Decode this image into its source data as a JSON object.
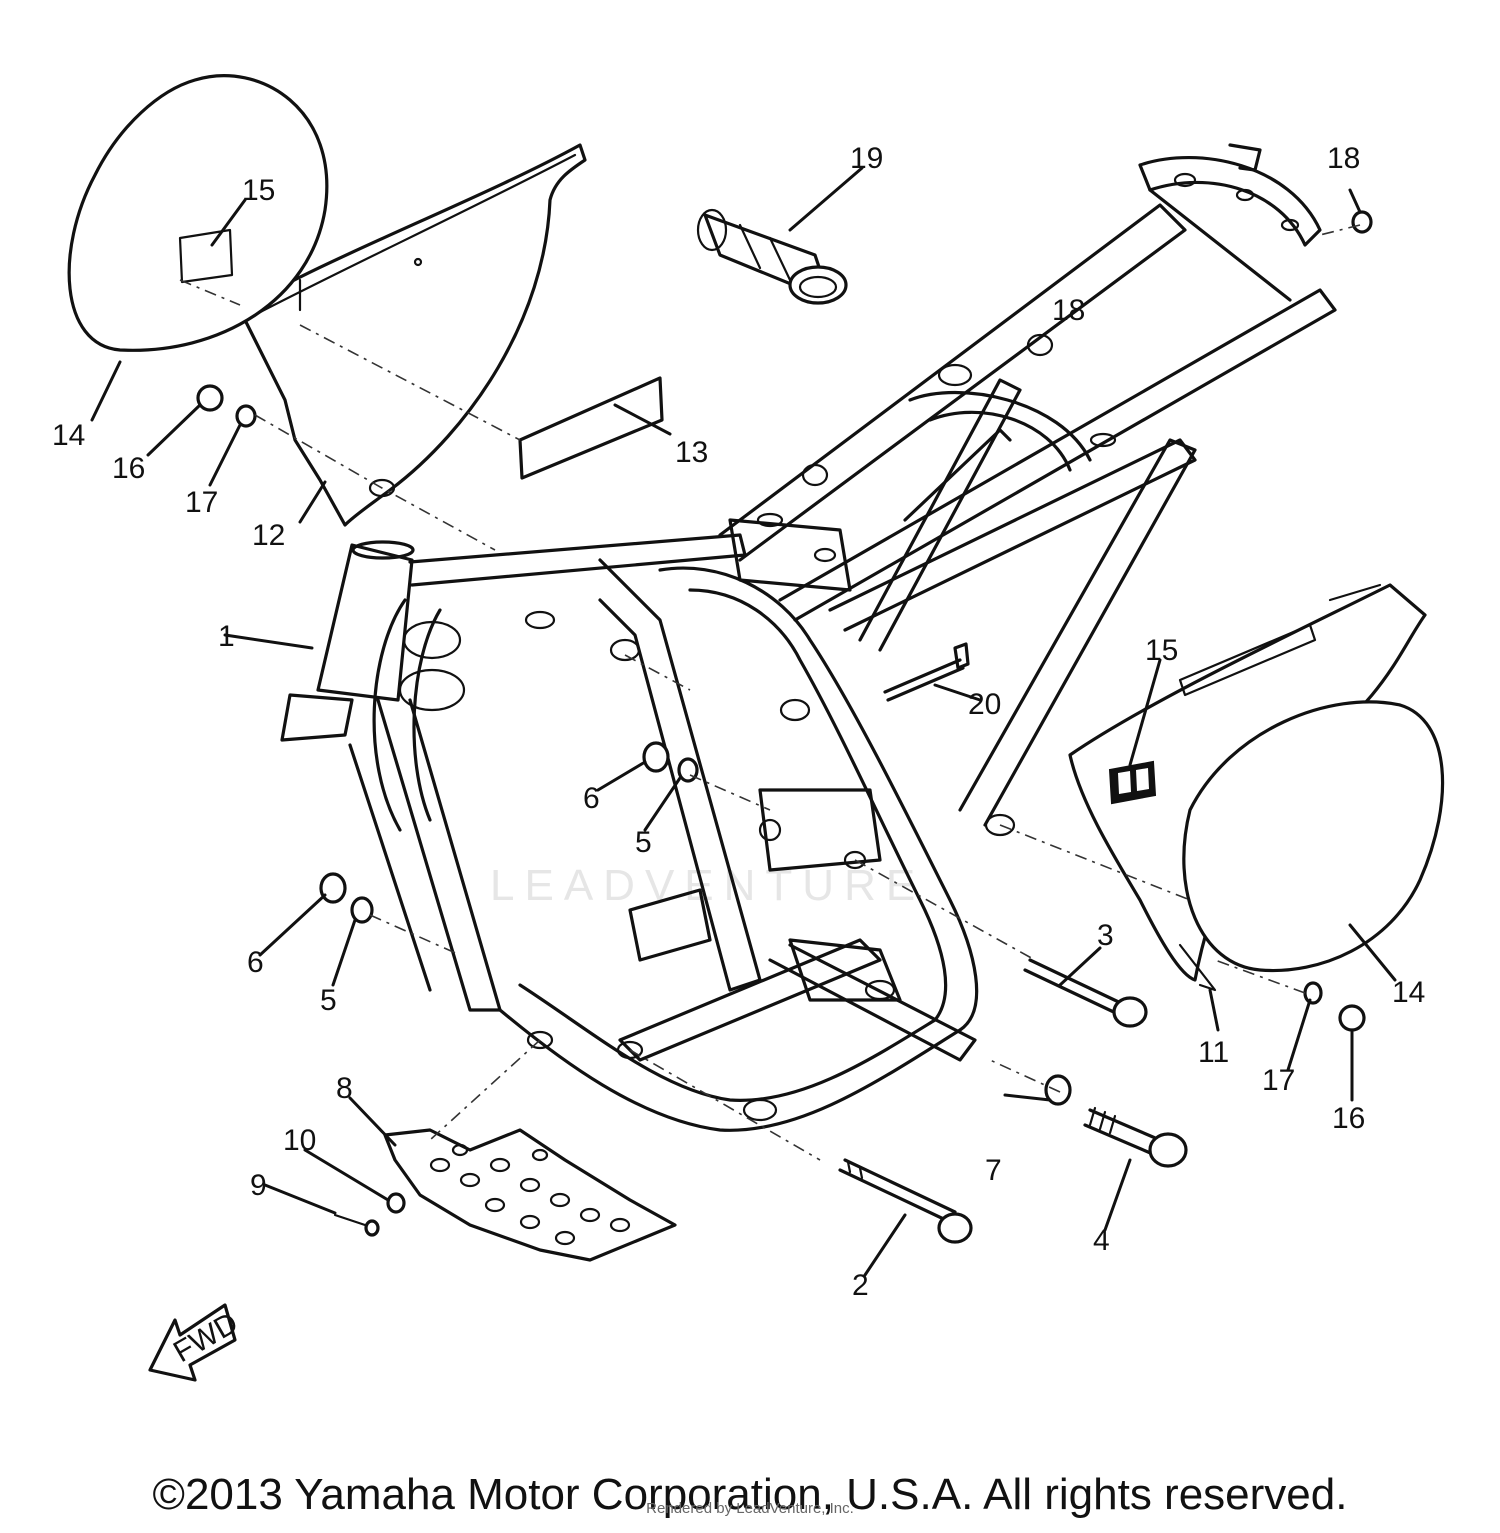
{
  "diagram": {
    "callouts": [
      "1",
      "2",
      "3",
      "4",
      "5",
      "5",
      "6",
      "6",
      "7",
      "8",
      "9",
      "10",
      "11",
      "12",
      "13",
      "14",
      "14",
      "15",
      "15",
      "16",
      "16",
      "17",
      "17",
      "18",
      "18",
      "19",
      "20"
    ],
    "fwd_label": "FWD",
    "watermark": "LEADVENTURE"
  },
  "footer": {
    "copyright": "©2013 Yamaha Motor Corporation, U.S.A. All rights reserved.",
    "credit": "Rendered by LeadVenture, Inc."
  }
}
